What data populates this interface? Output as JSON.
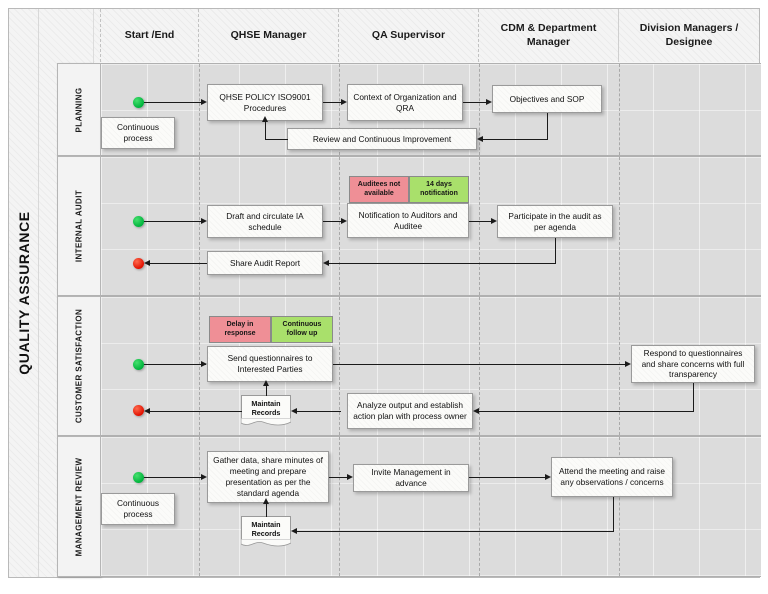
{
  "diagram": {
    "title": "QUALITY ASSURANCE",
    "columns": [
      {
        "label": "Start /End"
      },
      {
        "label": "QHSE Manager"
      },
      {
        "label": "QA Supervisor"
      },
      {
        "label": "CDM & Department Manager"
      },
      {
        "label": "Division Managers / Designee"
      }
    ],
    "lanes": [
      {
        "label": "PLANNING"
      },
      {
        "label": "INTERNAL AUDIT"
      },
      {
        "label": "CUSTOMER SATISFACTION"
      },
      {
        "label": "MANAGEMENT REVIEW"
      }
    ],
    "colors": {
      "start_terminator": "#00b33c",
      "end_terminator": "#e01000",
      "risk_chip": "#ef8f96",
      "mitigation_chip": "#a9e06b",
      "lane_background": "#dcdcdc",
      "box_background": "#fbfbf9"
    },
    "planning": {
      "continuous_process": "Continuous process",
      "qhse_policy": "QHSE POLICY ISO9001 Procedures",
      "context": "Context of Organization and QRA",
      "objectives": "Objectives and SOP",
      "review": "Review and Continuous Improvement"
    },
    "internal_audit": {
      "draft_schedule": "Draft and circulate IA schedule",
      "notification": "Notification to Auditors and Auditee",
      "participate": "Participate in the audit as per agenda",
      "share_report": "Share Audit Report",
      "chip_risk": "Auditees not available",
      "chip_mitigation": "14 days notification"
    },
    "customer_satisfaction": {
      "send_questionnaires": "Send questionnaires to Interested Parties",
      "respond": "Respond to questionnaires and share concerns with full transparency",
      "analyze": "Analyze output and establish action plan with process owner",
      "maintain_records": "Maintain Records",
      "chip_risk": "Delay in response",
      "chip_mitigation": "Continuous follow up"
    },
    "management_review": {
      "continuous_process": "Continuous process",
      "gather_data": "Gather data, share minutes of meeting and prepare presentation as per the standard agenda",
      "invite": "Invite Management in advance",
      "attend": "Attend the meeting and raise any observations / concerns",
      "maintain_records": "Maintain Records"
    }
  }
}
